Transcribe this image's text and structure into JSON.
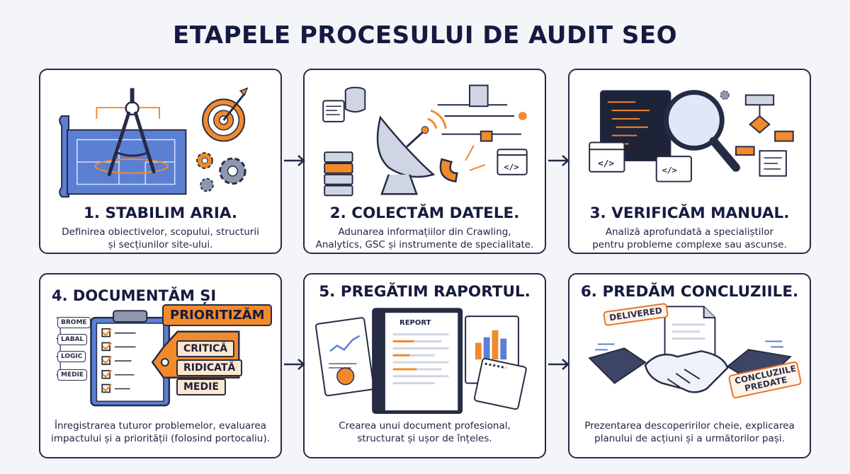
{
  "title": "ETAPELE PROCESULUI DE AUDIT SEO",
  "colors": {
    "accent": "#f28a2c",
    "navy": "#262b44",
    "blue": "#4a6fc9",
    "gray": "#cfd5e3"
  },
  "steps": [
    {
      "heading": "1. STABILIM ARIA.",
      "desc": [
        "Definirea obiectivelor, scopului, structurii",
        "și secțiunilor site-ului."
      ],
      "icons": [
        "blueprint-icon",
        "compass-icon",
        "target-icon",
        "gears-icon"
      ]
    },
    {
      "heading": "2. COLECTĂM DATELE.",
      "desc": [
        "Adunarea informațiilor din Crawling,",
        "Analytics, GSC și instrumente de specialitate."
      ],
      "icons": [
        "satellite-dish-icon",
        "server-icon",
        "magnet-icon",
        "code-window-icon"
      ]
    },
    {
      "heading": "3. VERIFICĂM MANUAL.",
      "desc": [
        "Analiză aprofundată a specialiștilor",
        "pentru probleme complexe sau ascunse."
      ],
      "icons": [
        "magnifier-icon",
        "code-window-icon",
        "flowchart-icon"
      ]
    },
    {
      "heading": "4. DOCUMENTĂM ȘI",
      "badge": "PRIORITIZĂM",
      "labels": [
        "BROME",
        "LABAL",
        "LOGIC",
        "MEDIE"
      ],
      "tags": [
        "CRITICĂ",
        "RIDICATĂ",
        "MEDIE"
      ],
      "desc": [
        "Înregistrarea tuturor problemelor, evaluarea",
        "impactului și a priorității (folosind portocaliu)."
      ],
      "icons": [
        "clipboard-icon",
        "price-tag-icon"
      ]
    },
    {
      "heading": "5. PREGĂTIM RAPORTUL.",
      "report_label": "REPORT",
      "desc": [
        "Crearea unui document profesional,",
        "structurat și ușor de înțeles."
      ],
      "icons": [
        "report-binder-icon",
        "chart-sheet-icon",
        "notepad-icon"
      ]
    },
    {
      "heading": "6. PREDĂM CONCLUZIILE.",
      "stamps": [
        "DELIVERED",
        "CONCLUZIILE PREDATE"
      ],
      "desc": [
        "Prezentarea descoperirilor cheie, explicarea",
        "planului de acțiuni și a următorilor pași."
      ],
      "icons": [
        "handshake-icon",
        "document-icon"
      ]
    }
  ]
}
